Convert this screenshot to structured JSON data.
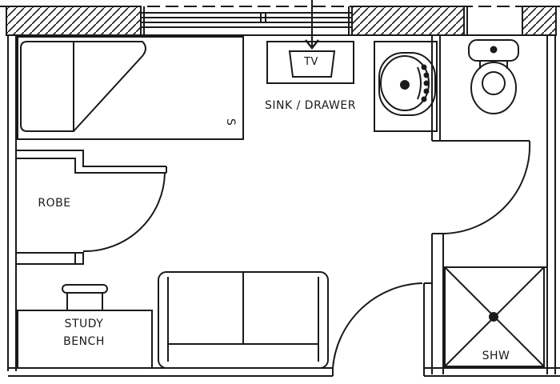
{
  "labels": {
    "robe": "ROBE",
    "tv": "TV",
    "sink_drawer": "SINK / DRAWER",
    "study": "STUDY",
    "bench": "BENCH",
    "shower": "SHW",
    "bed_mark": "S"
  },
  "colors": {
    "line": "#1a1a1a",
    "background": "#ffffff"
  }
}
